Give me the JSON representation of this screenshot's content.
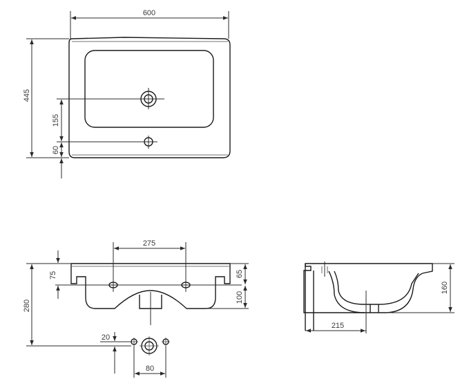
{
  "dimensions": {
    "top_width": "600",
    "top_depth": "445",
    "top_tap_offset": "155",
    "top_overflow_offset": "60",
    "front_hole_spacing": "275",
    "front_rim_offset": "75",
    "front_top_height": "65",
    "front_bowl_height": "100",
    "front_total_height": "280",
    "front_small_offset": "20",
    "front_waste_spacing": "80",
    "side_height": "160",
    "side_depth": "215"
  }
}
